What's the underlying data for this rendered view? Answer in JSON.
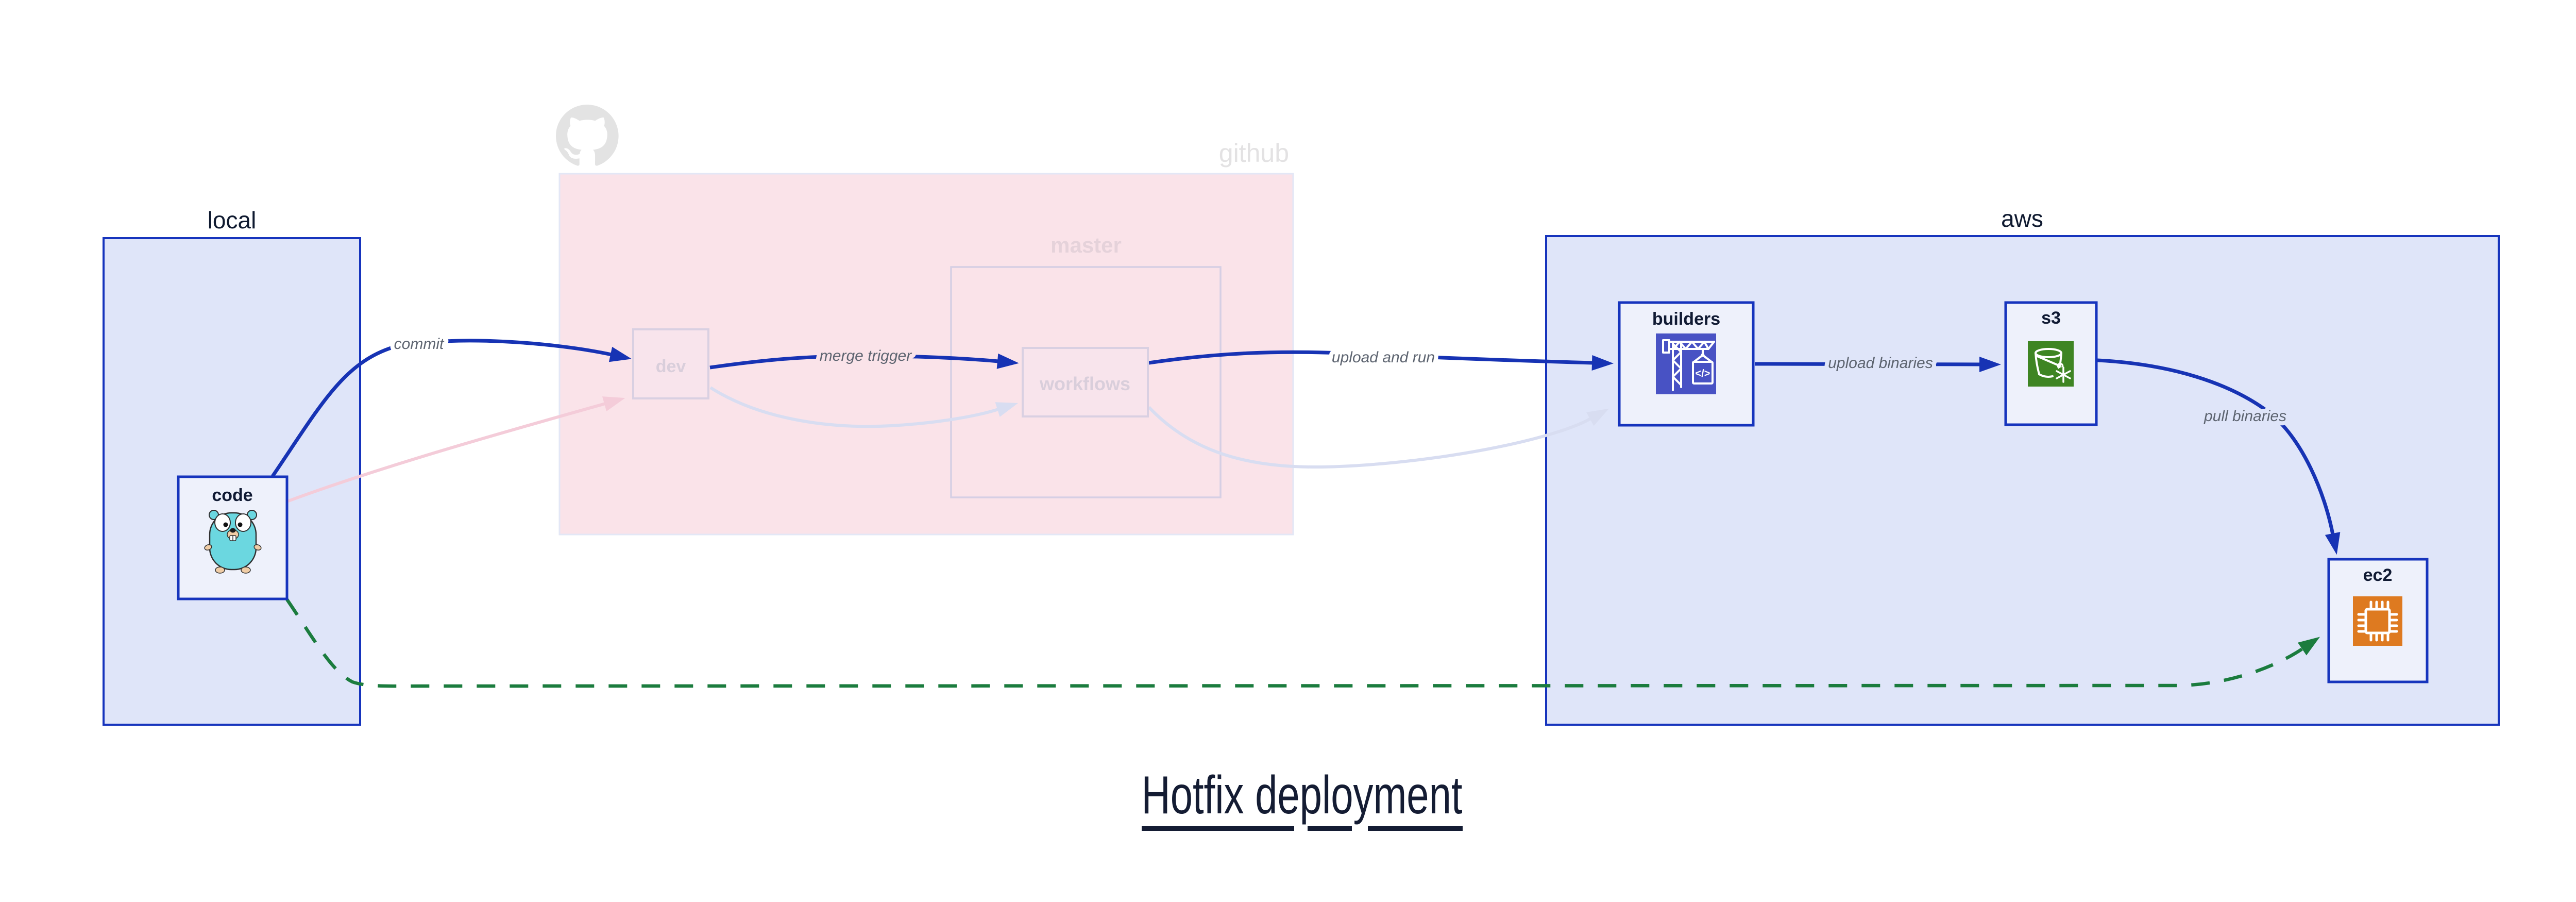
{
  "title": {
    "text": "Hotfix deployment"
  },
  "groups": {
    "local": {
      "label": "local"
    },
    "github": {
      "label": "github",
      "branch": "master"
    },
    "aws": {
      "label": "aws"
    }
  },
  "nodes": {
    "code": {
      "label": "code",
      "icon": "go-gopher-icon"
    },
    "dev": {
      "label": "dev"
    },
    "workflows": {
      "label": "workflows"
    },
    "builders": {
      "label": "builders",
      "icon": "aws-codebuild-icon"
    },
    "s3": {
      "label": "s3",
      "icon": "aws-s3-bucket-icon"
    },
    "ec2": {
      "label": "ec2",
      "icon": "aws-ec2-chip-icon"
    }
  },
  "edges": {
    "commit": {
      "label": "commit"
    },
    "merge_trigger": {
      "label": "merge trigger"
    },
    "upload_and_run": {
      "label": "upload and run"
    },
    "upload_binaries": {
      "label": "upload binaries"
    },
    "pull_binaries": {
      "label": "pull binaries"
    }
  },
  "colors": {
    "primary_blue": "#1733b4",
    "group_fill": "#dfe5f9",
    "node_fill": "#eef1fb",
    "github_region_fill": "#fae3e9",
    "faded_pink_edge": "#f4ccd9",
    "faded_lavender_edge": "#d8ddf1",
    "green_dashed": "#1b7c3e",
    "edge_label_gray": "#5d6470",
    "faded_text": "#d9cedb",
    "dark_navy": "#101a33",
    "codebuild_purple": "#4852c4",
    "s3_green": "#3e8523",
    "ec2_orange": "#de7a20",
    "gopher_teal": "#6bd7e0",
    "github_gray": "#e3e3e3"
  }
}
